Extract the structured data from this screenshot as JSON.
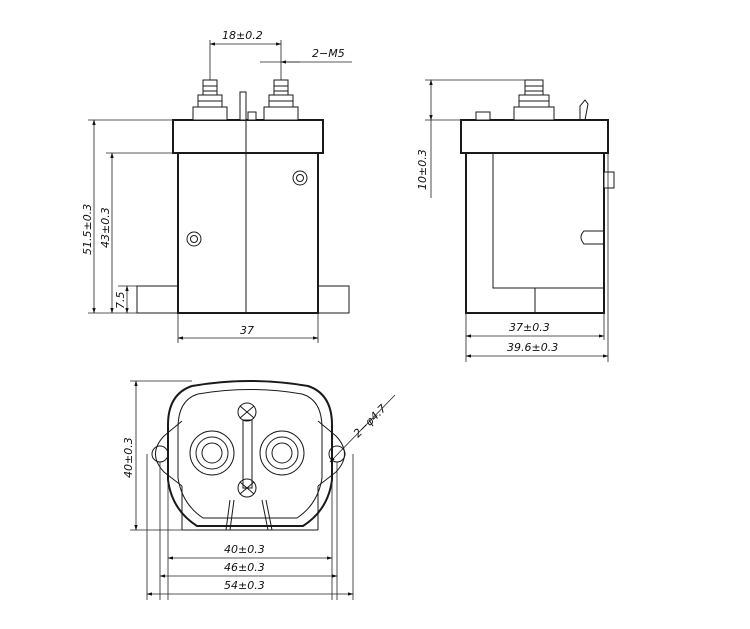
{
  "drawing": {
    "front_view": {
      "top_dim": "18±0.2",
      "thread_label": "2−M5",
      "height_overall": "51.5±0.3",
      "height_body": "43±0.3",
      "base_height": "7.5",
      "width": "37"
    },
    "side_view": {
      "terminal_height": "10±0.3",
      "width_inner": "37±0.3",
      "width_outer": "39.6±0.3"
    },
    "bottom_view": {
      "height": "40±0.3",
      "hole_label": "2−φ4.7",
      "width_inner": "40±0.3",
      "width_mid": "46±0.3",
      "width_outer": "54±0.3"
    }
  },
  "colors": {
    "line": "#1a1a1a",
    "background": "#ffffff"
  }
}
